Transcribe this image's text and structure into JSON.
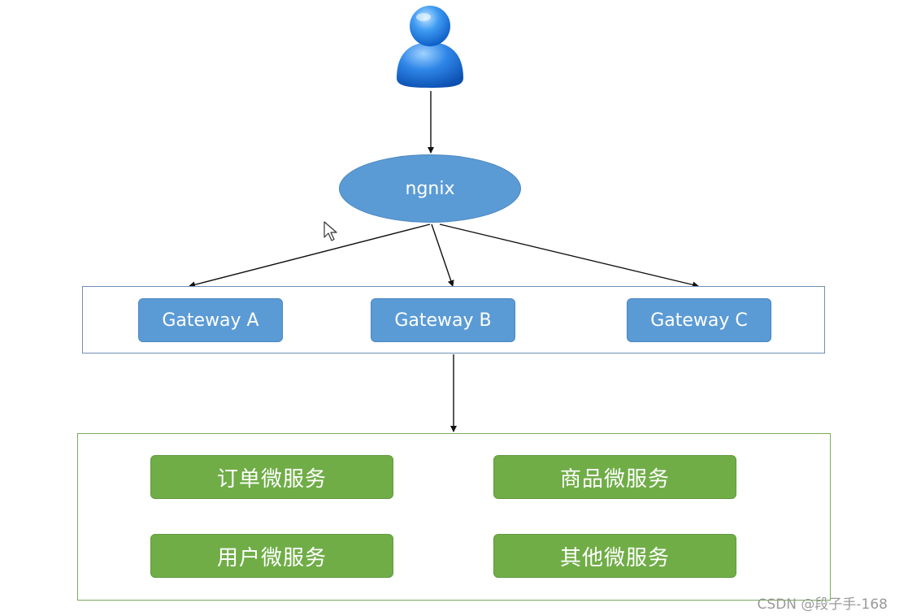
{
  "diagram": {
    "user": {
      "icon": "user-icon"
    },
    "proxy": {
      "label": "ngnix"
    },
    "gateways": [
      {
        "label": "Gateway A"
      },
      {
        "label": "Gateway B"
      },
      {
        "label": "Gateway C"
      }
    ],
    "services": [
      {
        "label": "订单微服务"
      },
      {
        "label": "商品微服务"
      },
      {
        "label": "用户微服务"
      },
      {
        "label": "其他微服务"
      }
    ],
    "colors": {
      "node_blue": "#5b9bd5",
      "node_green": "#70ad47",
      "gateway_group_border": "#6d8fb8",
      "service_group_border": "#7aab5a",
      "arrow": "#111111"
    }
  },
  "watermark": "CSDN @段子手-168"
}
